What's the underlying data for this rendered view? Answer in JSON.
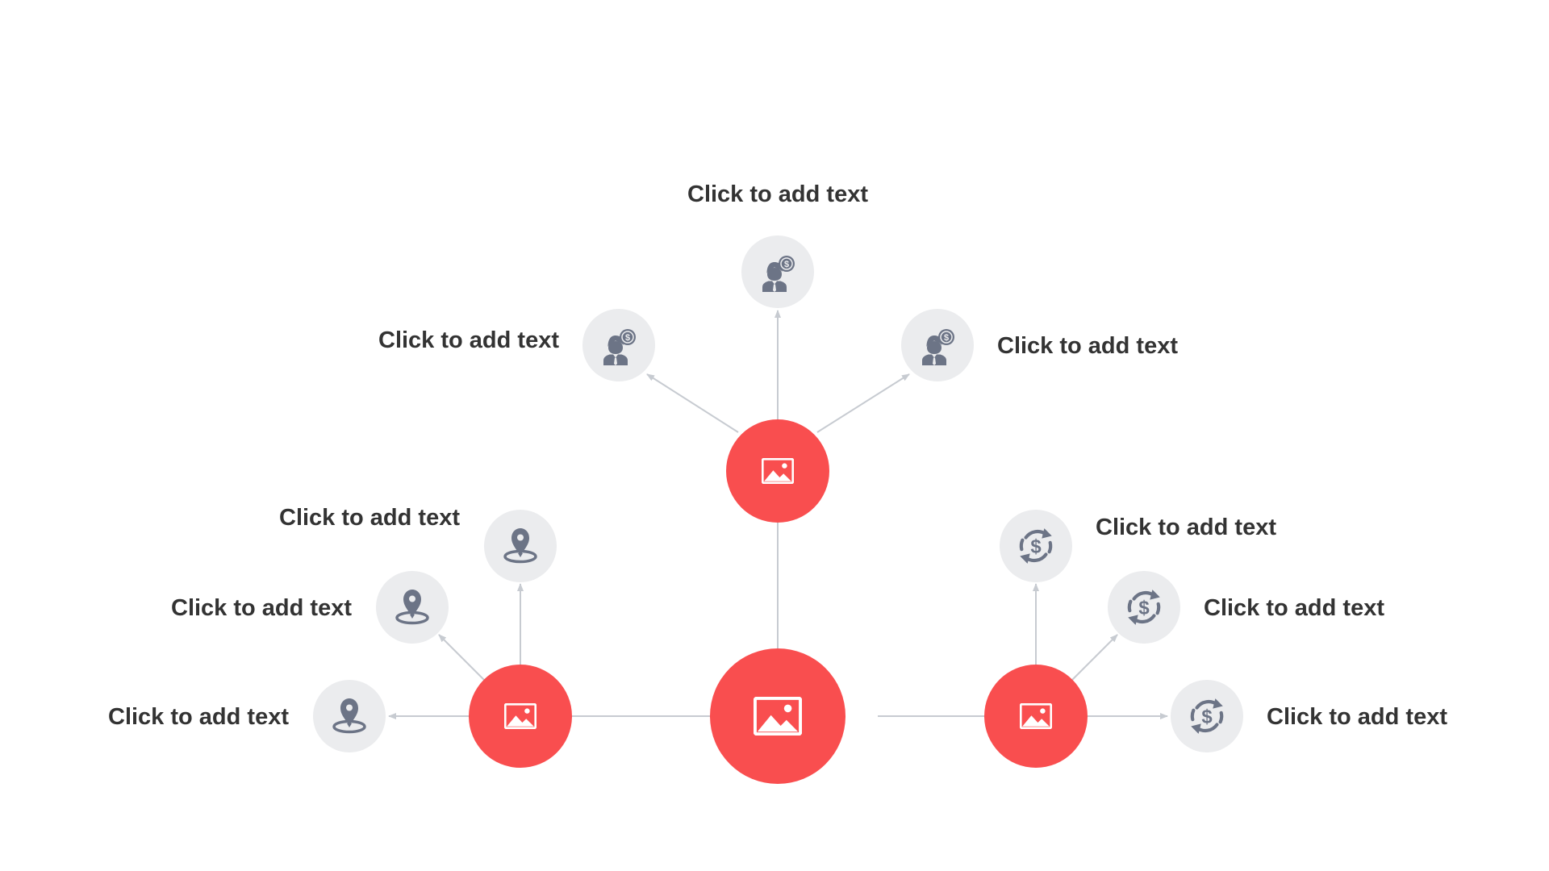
{
  "colors": {
    "hub": "#F94E4F",
    "node_bg": "#EBECEE",
    "icon": "#6C7486",
    "connector": "#C7CBD1",
    "text": "#333333",
    "background": "#FFFFFF"
  },
  "center": {
    "icon": "image-icon"
  },
  "hubs": [
    {
      "id": "top",
      "icon": "image-icon"
    },
    {
      "id": "left",
      "icon": "image-icon"
    },
    {
      "id": "right",
      "icon": "image-icon"
    }
  ],
  "nodes": {
    "top": [
      {
        "icon": "businessman-dollar-icon",
        "label": "Click to add text"
      },
      {
        "icon": "businessman-dollar-icon",
        "label": "Click to add text"
      },
      {
        "icon": "businessman-dollar-icon",
        "label": "Click to add text"
      }
    ],
    "left": [
      {
        "icon": "location-pin-icon",
        "label": "Click to add text"
      },
      {
        "icon": "location-pin-icon",
        "label": "Click to add text"
      },
      {
        "icon": "location-pin-icon",
        "label": "Click to add text"
      }
    ],
    "right": [
      {
        "icon": "dollar-cycle-icon",
        "label": "Click to add text"
      },
      {
        "icon": "dollar-cycle-icon",
        "label": "Click to add text"
      },
      {
        "icon": "dollar-cycle-icon",
        "label": "Click to add text"
      }
    ]
  }
}
